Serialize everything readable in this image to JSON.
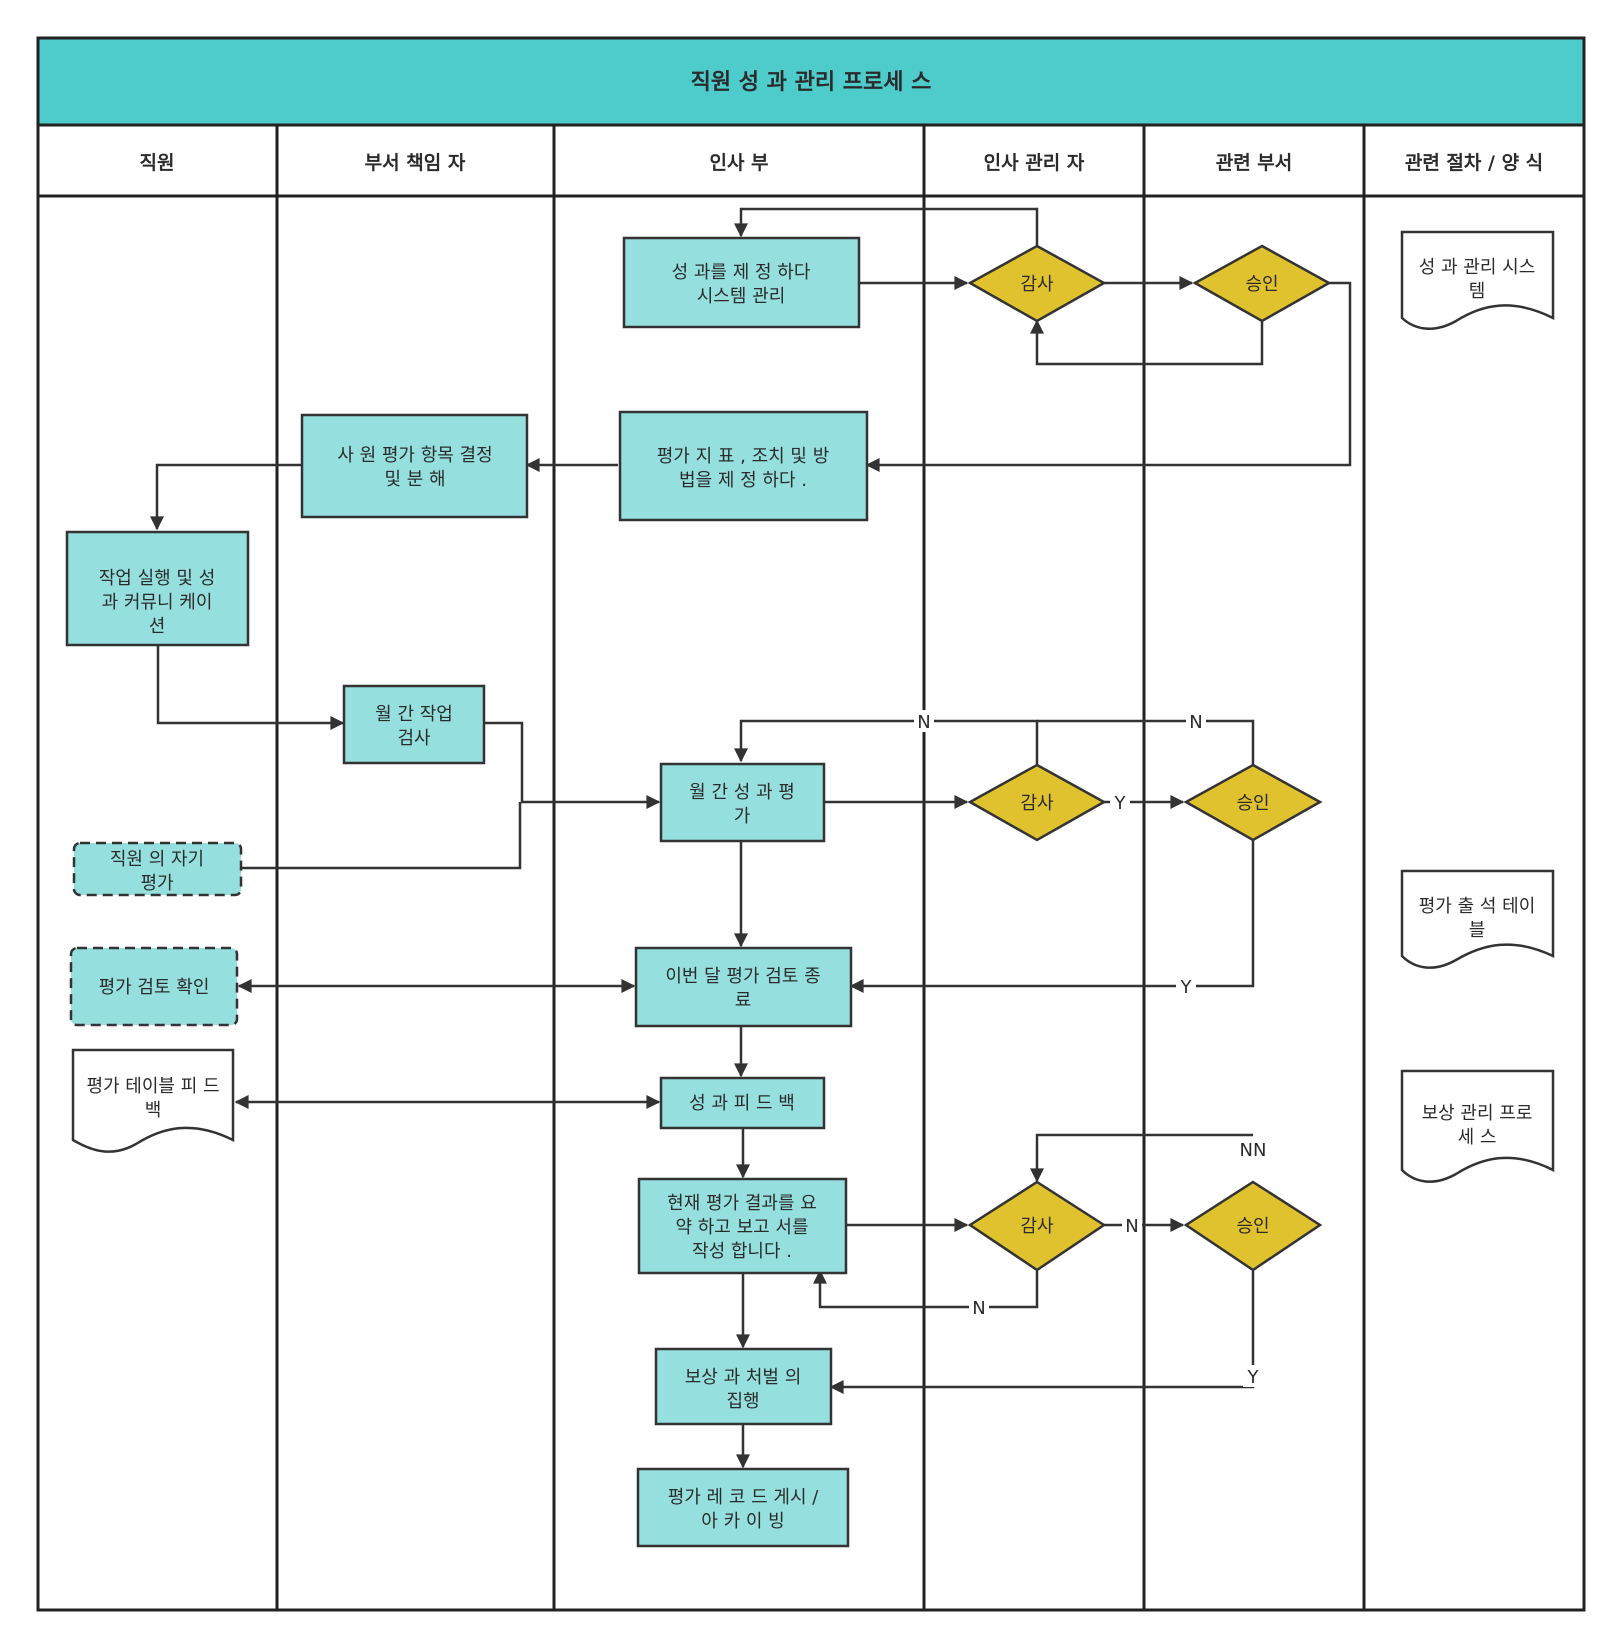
{
  "title": "직원 성 과 관리 프로세 스",
  "lanes": [
    "직원",
    "부서 책임 자",
    "인사 부",
    "인사 관리 자",
    "관련 부서",
    "관련 절차 / 양 식"
  ],
  "colors": {
    "header": "#4ecbcb",
    "process": "#95e0df",
    "decision": "#dfc22d",
    "line": "#333333"
  },
  "nodes": {
    "define_system": [
      "성 과를 제 정 하다",
      "시스템 관리"
    ],
    "audit_1": [
      "감사"
    ],
    "approve_1": [
      "승인"
    ],
    "define_indicators": [
      "평가 지 표 , 조치 및 방",
      "법을 제 정 하다 ."
    ],
    "decide_items": [
      "사 원 평가 항목 결정",
      "및 분 해"
    ],
    "work_execution": [
      "작업 실행 및 성",
      "과 커뮤니 케이",
      "션"
    ],
    "monthly_check": [
      "월 간 작업",
      "검사"
    ],
    "self_evaluation": [
      "직원 의 자기",
      "평가"
    ],
    "monthly_performance": [
      "월 간 성 과 평",
      "가"
    ],
    "audit_2": [
      "감사"
    ],
    "approve_2": [
      "승인"
    ],
    "review_confirm": [
      "평가 검토 확인"
    ],
    "review_end": [
      "이번 달 평가 검토 종",
      "료"
    ],
    "table_feedback": [
      "평가 테이블 피 드",
      "백"
    ],
    "performance_feedback": [
      "성 과 피 드 백"
    ],
    "summary_report": [
      "현재 평가 결과를 요",
      "약 하고 보고 서를",
      "작성 합니다 ."
    ],
    "audit_3": [
      "감사"
    ],
    "approve_3": [
      "승인"
    ],
    "reward_punish": [
      "보상 과 처벌 의",
      "집행"
    ],
    "record_archive": [
      "평가 레 코 드 게시 /",
      "아 카 이 빙"
    ],
    "doc_system": [
      "성 과 관리 시스",
      "템"
    ],
    "doc_attendance": [
      "평가 출 석 테이",
      "블"
    ],
    "doc_compensation": [
      "보상 관리 프로",
      "세 스"
    ]
  },
  "edge_labels": {
    "n_top_left": "N",
    "n_top_right": "N",
    "y_audit2_approve2": "Y",
    "y_approve2_review": "Y",
    "nn_approve3": "NN",
    "n_audit3_approve3": "N",
    "n_audit3_back": "N",
    "y_approve3_reward": "Y"
  }
}
